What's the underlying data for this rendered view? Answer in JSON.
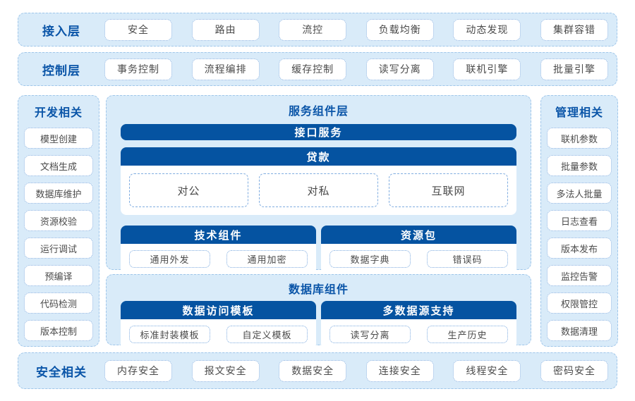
{
  "colors": {
    "container_bg": "#D9EBF9",
    "container_border": "#9FC6EA",
    "pill_border": "#7FACE0",
    "dark_blue": "#0553A1",
    "heading_blue": "#0A55A8",
    "pill_text": "#4B4B4B"
  },
  "rows": {
    "access": {
      "label": "接入层",
      "items": [
        "安全",
        "路由",
        "流控",
        "负载均衡",
        "动态发现",
        "集群容错"
      ]
    },
    "control": {
      "label": "控制层",
      "items": [
        "事务控制",
        "流程编排",
        "缓存控制",
        "读写分离",
        "联机引擎",
        "批量引擎"
      ]
    },
    "security": {
      "label": "安全相关",
      "items": [
        "内存安全",
        "报文安全",
        "数据安全",
        "连接安全",
        "线程安全",
        "密码安全"
      ]
    }
  },
  "sidebars": {
    "dev": {
      "title": "开发相关",
      "items": [
        "模型创建",
        "文档生成",
        "数据库维护",
        "资源校验",
        "运行调试",
        "预编译",
        "代码检测",
        "版本控制"
      ]
    },
    "mgmt": {
      "title": "管理相关",
      "items": [
        "联机参数",
        "批量参数",
        "多法人批量",
        "日志查看",
        "版本发布",
        "监控告警",
        "权限管控",
        "数据清理"
      ]
    }
  },
  "service_panel": {
    "title": "服务组件层",
    "interface_bar": "接口服务",
    "loan": {
      "title": "贷款",
      "items": [
        "对公",
        "对私",
        "互联网"
      ]
    },
    "tech": {
      "title": "技术组件",
      "items": [
        "通用外发",
        "通用加密"
      ]
    },
    "resource": {
      "title": "资源包",
      "items": [
        "数据字典",
        "错误码"
      ]
    }
  },
  "db_panel": {
    "title": "数据库组件",
    "template": {
      "title": "数据访问模板",
      "items": [
        "标准封装模板",
        "自定义模板"
      ]
    },
    "datasource": {
      "title": "多数据源支持",
      "items": [
        "读写分离",
        "生产历史"
      ]
    }
  }
}
